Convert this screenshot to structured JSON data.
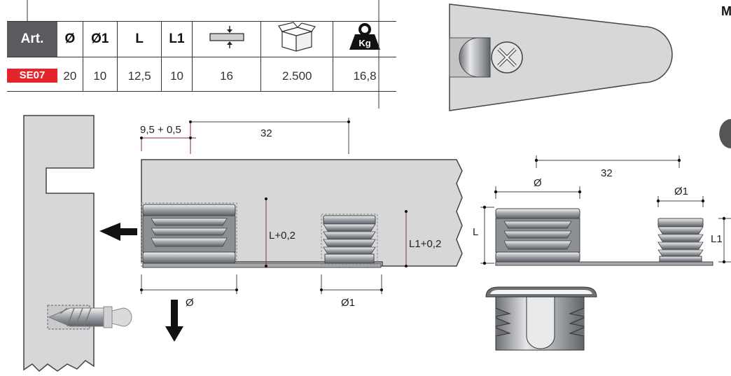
{
  "table": {
    "headers": [
      "Art.",
      "Ø",
      "Ø1",
      "L",
      "L1",
      "",
      "",
      ""
    ],
    "header_icons": [
      "panel-thickness-icon",
      "box-icon",
      "kg-weight-icon"
    ],
    "weight_icon_label": "Kg",
    "row": {
      "code": "SE07",
      "values": [
        "20",
        "10",
        "12,5",
        "10",
        "16",
        "2.500",
        "16,8"
      ]
    }
  },
  "diagram": {
    "dim_offset": "9,5 + 0,5",
    "dim_spacing": "32",
    "dim_depth_large": "L+0,2",
    "dim_depth_small": "L1+0,2",
    "dim_diameter_large": "Ø",
    "dim_diameter_small": "Ø1"
  },
  "side_view": {
    "dim_spacing": "32",
    "dim_diameter_large": "Ø",
    "dim_diameter_small": "Ø1",
    "dim_height_large": "L",
    "dim_height_small": "L1"
  },
  "corner_letter": "M",
  "colors": {
    "panel": "#d6d7d8",
    "art_bg": "#5a5b5e",
    "code_bg": "#e3262c",
    "metal": "#9a9da2",
    "dim_line": "#8a2a4a"
  }
}
